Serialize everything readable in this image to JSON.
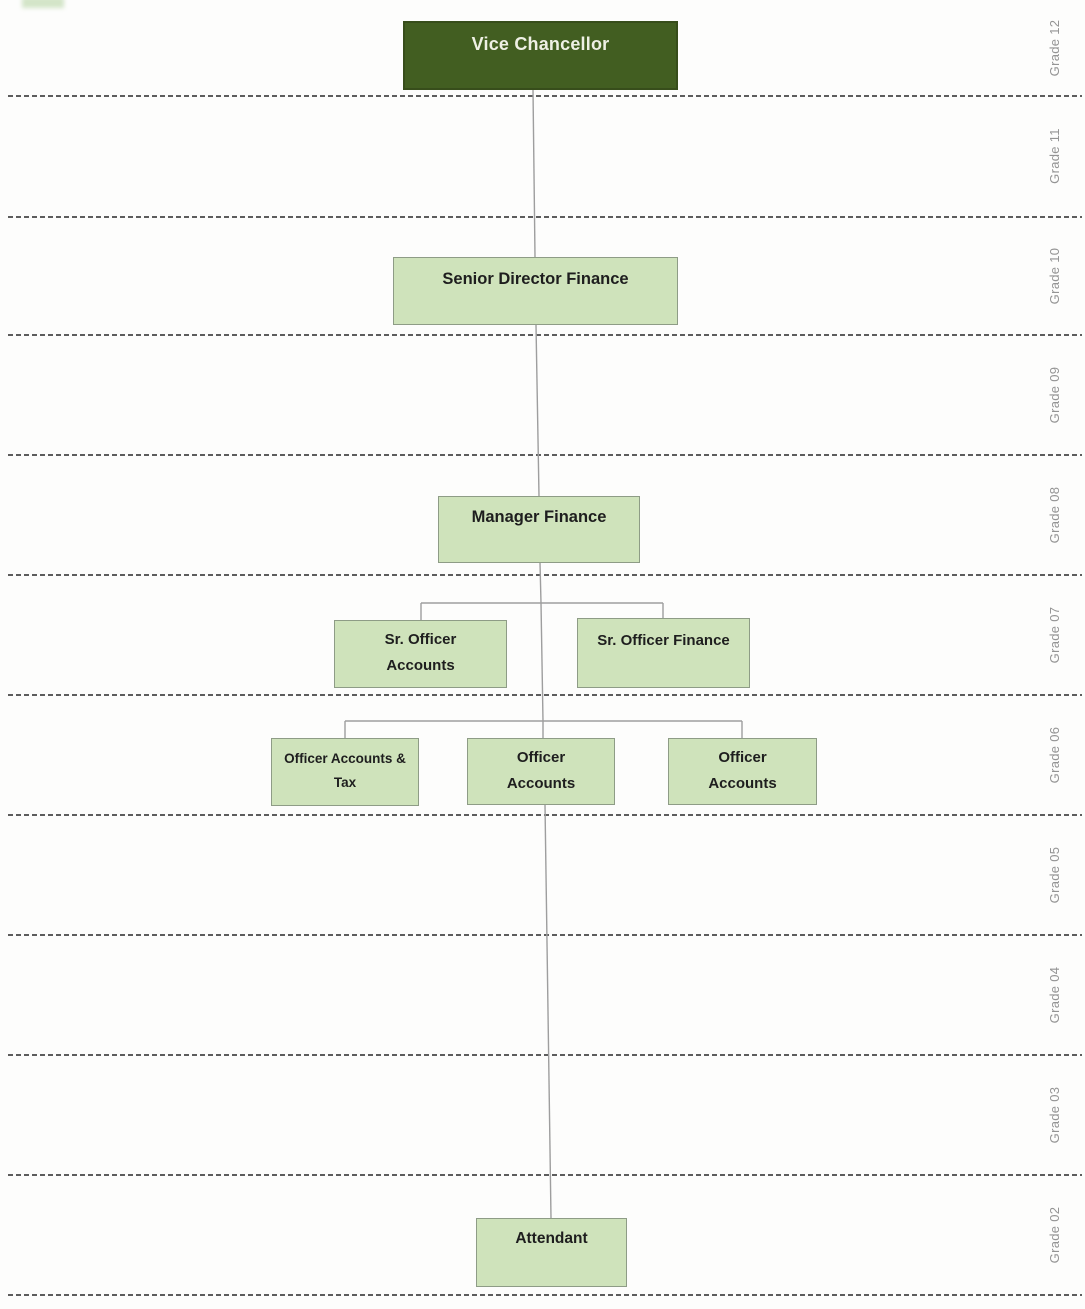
{
  "diagram": {
    "type": "organization-chart",
    "department": "Finance"
  },
  "grade_bands": [
    "Grade 12",
    "Grade 11",
    "Grade 10",
    "Grade 09",
    "Grade 08",
    "Grade 07",
    "Grade 06",
    "Grade 05",
    "Grade 04",
    "Grade 03",
    "Grade 02"
  ],
  "org": {
    "vice_chancellor": {
      "label": "Vice Chancellor",
      "grade": "Grade 12"
    },
    "senior_director_finance": {
      "label": "Senior Director Finance",
      "grade": "Grade 10"
    },
    "manager_finance": {
      "label": "Manager Finance",
      "grade": "Grade 08"
    },
    "sr_officer_accounts": {
      "label": "Sr. Officer Accounts",
      "grade": "Grade 07"
    },
    "sr_officer_finance": {
      "label": "Sr. Officer Finance",
      "grade": "Grade 07"
    },
    "officer_accounts_tax": {
      "label": "Officer Accounts & Tax",
      "grade": "Grade 06"
    },
    "officer_accounts_1": {
      "label": "Officer Accounts",
      "grade": "Grade 06"
    },
    "officer_accounts_2": {
      "label": "Officer Accounts",
      "grade": "Grade 06"
    },
    "attendant": {
      "label": "Attendant",
      "grade": "Grade 02"
    }
  },
  "colors": {
    "dark_box_fill": "#425E21",
    "dark_box_border": "#374D1B",
    "dark_box_text": "#EEF0E4",
    "light_box_fill": "#CFE3BB",
    "light_box_border": "#8E9C86",
    "light_box_text": "#1E1E1E",
    "grade_label_text": "#949494",
    "divider_line": "#282828",
    "connector_line": "#9E9E9E",
    "background": "#FDFDFC"
  }
}
